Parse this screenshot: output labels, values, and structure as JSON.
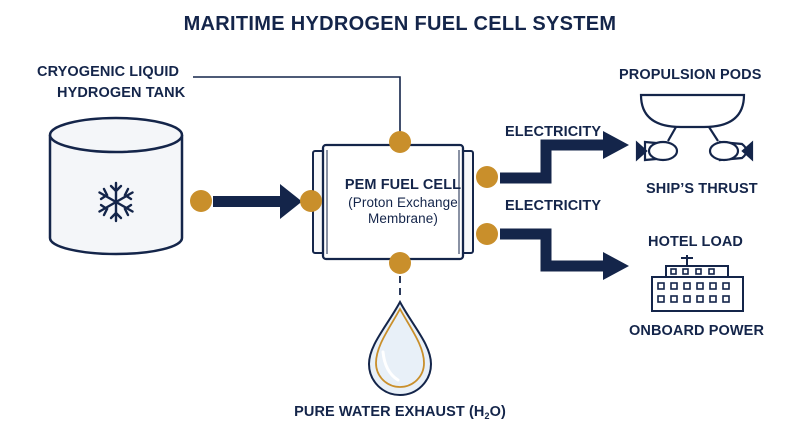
{
  "title": "MARITIME HYDROGEN FUEL CELL SYSTEM",
  "tank": {
    "label_line1": "CRYOGENIC LIQUID",
    "label_line2": "HYDROGEN TANK",
    "icon": "snowflake-icon"
  },
  "fuel_cell": {
    "title": "PEM FUEL CELL",
    "subtitle_line1": "(Proton Exchange",
    "subtitle_line2": "Membrane)"
  },
  "outputs": {
    "electricity_top": "ELECTRICITY",
    "electricity_bottom": "ELECTRICITY",
    "propulsion_title": "PROPULSION PODS",
    "propulsion_caption": "SHIP’S THRUST",
    "hotel_title": "HOTEL LOAD",
    "hotel_caption": "ONBOARD POWER",
    "water_prefix": "PURE WATER EXHAUST (H",
    "water_sub": "2",
    "water_suffix": "O)"
  },
  "colors": {
    "navy": "#14254a",
    "node": "#c98f2b",
    "tank_fill": "#f4f6f9",
    "water": "#e8f0f8"
  }
}
